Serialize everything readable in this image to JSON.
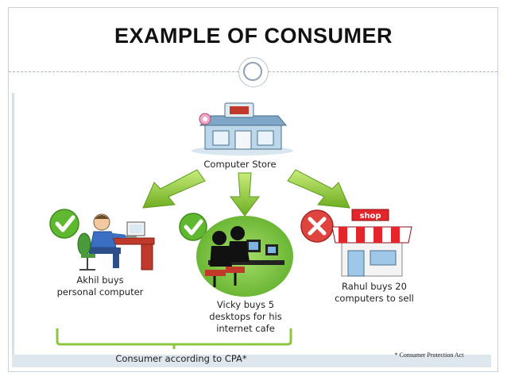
{
  "slide": {
    "title": "EXAMPLE OF CONSUMER"
  },
  "diagram": {
    "store_label": "Computer Store",
    "shop_sign": "shop",
    "akhil": {
      "line1": "Akhil buys",
      "line2": "personal computer"
    },
    "vicky": {
      "line1": "Vicky buys 5",
      "line2": "desktops for his",
      "line3": "internet cafe"
    },
    "rahul": {
      "line1": "Rahul buys 20",
      "line2": "computers to sell"
    },
    "bracket_label": "Consumer according to CPA*",
    "footnote": "* Consumer Protection Act"
  },
  "colors": {
    "arrow": "#8fc93a",
    "check": "#5fb82f",
    "cross": "#e0443e",
    "awning_red": "#e4262b",
    "bracket": "#8cc63f"
  }
}
